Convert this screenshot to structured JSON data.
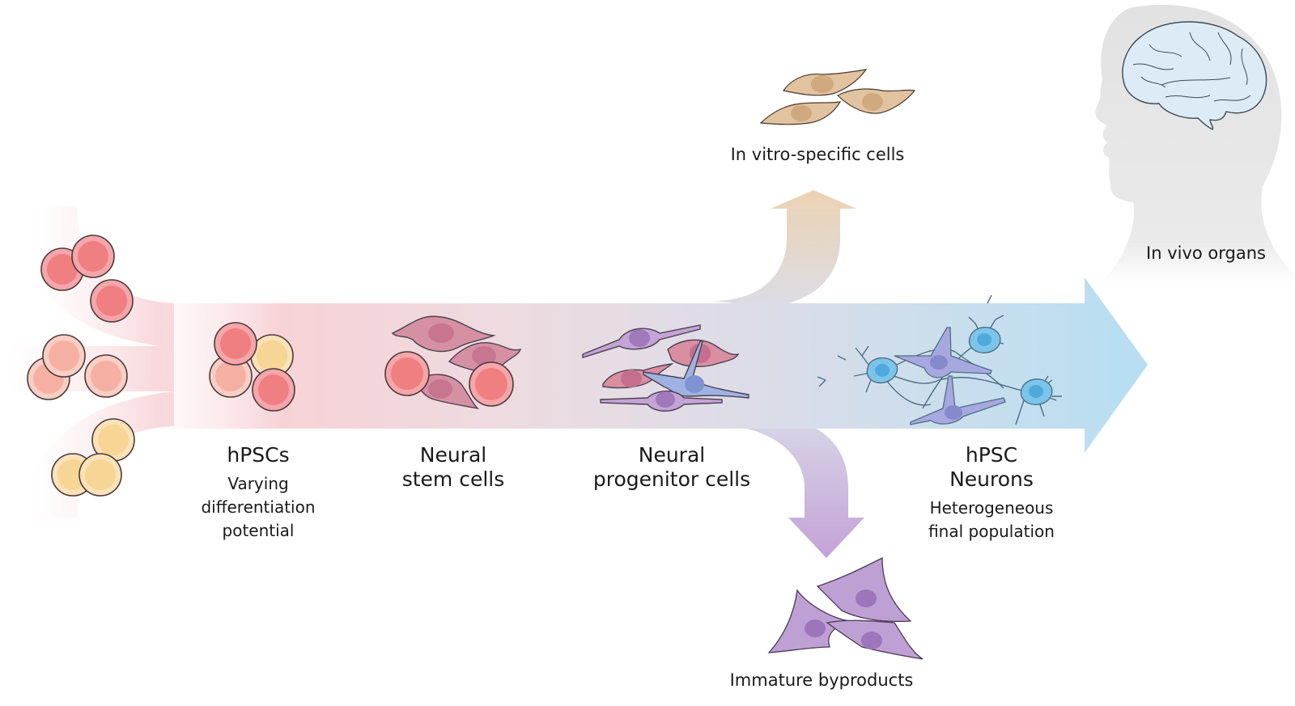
{
  "figure": {
    "description": "Differentiation of hPSCs into neurons with off-target branches",
    "colors": {
      "hpsc_red": "#ef7f80",
      "hpsc_peach": "#f5b5a5",
      "hpsc_yellow": "#f7d595",
      "stem_cell_pink": "#d68ca0",
      "progenitor_purple": "#c4a3d6",
      "progenitor_blue": "#9fb2e2",
      "neuron_blue": "#6cc0ea",
      "in_vitro_tan": "#e2c3a0",
      "byproduct_purple": "#bfa0d4",
      "head_gray": "#e4e4e4",
      "brain_blue": "#dcebf5",
      "arrow_start": "#f6d2d6",
      "arrow_mid": "#dcdce6",
      "arrow_end": "#b9dff1"
    }
  },
  "stages": [
    {
      "id": "hpscs",
      "title": [
        "hPSCs"
      ],
      "subtitle": [
        "Varying",
        "differentiation",
        "potential"
      ]
    },
    {
      "id": "neural-stem-cells",
      "title": [
        "Neural",
        "stem cells"
      ],
      "subtitle": []
    },
    {
      "id": "neural-progenitor-cells",
      "title": [
        "Neural",
        "progenitor cells"
      ],
      "subtitle": []
    },
    {
      "id": "hpsc-neurons",
      "title": [
        "hPSC",
        "Neurons"
      ],
      "subtitle": [
        "Heterogeneous",
        "final population"
      ]
    }
  ],
  "branches": {
    "up": {
      "label": "In vitro-specific cells"
    },
    "down": {
      "label": "Immature byproducts"
    }
  },
  "target": {
    "label": "In vivo organs"
  }
}
